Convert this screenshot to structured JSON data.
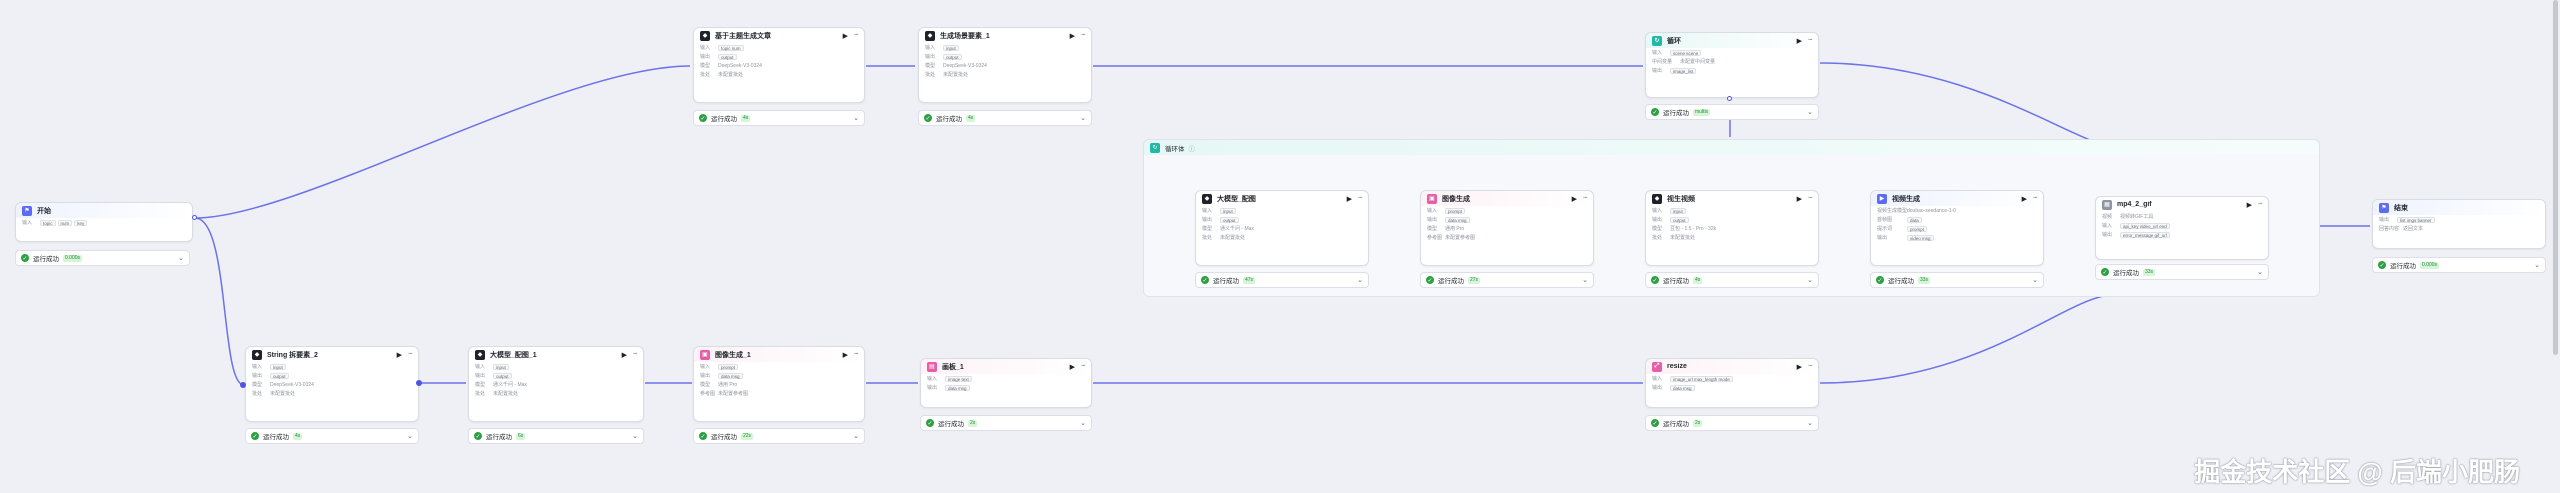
{
  "nodes": {
    "start": {
      "title": "开始",
      "in_label": "输入",
      "params": [
        "topic",
        "num",
        "key"
      ],
      "status": "运行成功",
      "time": "0.000s"
    },
    "article": {
      "title": "基于主题生成文章",
      "rows": [
        [
          "输入",
          "topic  num"
        ],
        [
          "输出",
          "output"
        ],
        [
          "模型",
          "DeepSeek-V3-0324"
        ],
        [
          "批处",
          "未配置批处"
        ]
      ],
      "status": "运行成功",
      "time": "4s"
    },
    "scene": {
      "title": "生成场景要素_1",
      "rows": [
        [
          "输入",
          "input"
        ],
        [
          "输出",
          "output"
        ],
        [
          "模型",
          "DeepSeek-V3-0324"
        ],
        [
          "批处",
          "未配置批处"
        ]
      ],
      "status": "运行成功",
      "time": "4s"
    },
    "loop_node": {
      "title": "循环",
      "rows": [
        [
          "输入",
          "scene  scene"
        ],
        [
          "中间变量",
          "未配置中间变量"
        ],
        [
          "输出",
          "image_list"
        ]
      ],
      "status": "运行成功",
      "time": "multis"
    },
    "loop_body": {
      "title": "循环体"
    },
    "llm_loop": {
      "title": "大模型_配图",
      "rows": [
        [
          "输入",
          "input"
        ],
        [
          "输出",
          "output"
        ],
        [
          "模型",
          "通义千问 - Max"
        ],
        [
          "批处",
          "未配置批处"
        ]
      ],
      "status": "运行成功",
      "time": "47s"
    },
    "img_gen": {
      "title": "图像生成",
      "rows": [
        [
          "输入",
          "prompt"
        ],
        [
          "输出",
          "data  msg"
        ],
        [
          "模型",
          "通用 Pro"
        ],
        [
          "参考图",
          "未配置参考图"
        ]
      ],
      "status": "运行成功",
      "time": "27s"
    },
    "video_prompt": {
      "title": "视生视频",
      "rows": [
        [
          "输入",
          "input"
        ],
        [
          "输出",
          "output"
        ],
        [
          "模型",
          "豆包 - 1.5 - Pro - 32k"
        ],
        [
          "批处",
          "未配置批处"
        ]
      ],
      "status": "运行成功",
      "time": "4s"
    },
    "video_gen": {
      "title": "视频生成",
      "rows": [
        [
          "视频生成模型",
          "doubao-seedance-1-0"
        ],
        [
          "首帧图",
          "data"
        ],
        [
          "提示词",
          "prompt"
        ],
        [
          "输出",
          "video  msg"
        ]
      ],
      "status": "运行成功",
      "time": "33s"
    },
    "mp4gif": {
      "title": "mp4_2_gif",
      "rows": [
        [
          "视频",
          "视频转GIF工具"
        ],
        [
          "输入",
          "api_key  video_url  end"
        ],
        [
          "输出",
          "error_message  gif_url"
        ]
      ],
      "status": "运行成功",
      "time": "33s"
    },
    "end": {
      "title": "结束",
      "rows": [
        [
          "输出",
          "list  imgs  banner"
        ],
        [
          "回答内容",
          "返回文本"
        ]
      ],
      "status": "运行成功",
      "time": "0.000s"
    },
    "string_split": {
      "title": "String 拆要素_2",
      "rows": [
        [
          "输入",
          "input"
        ],
        [
          "输出",
          "output"
        ],
        [
          "模型",
          "DeepSeek-V3-0324"
        ],
        [
          "批处",
          "未配置批处"
        ]
      ],
      "status": "运行成功",
      "time": "4s"
    },
    "llm_cover": {
      "title": "大模型_配图_1",
      "rows": [
        [
          "输入",
          "input"
        ],
        [
          "输出",
          "output"
        ],
        [
          "模型",
          "通义千问 - Max"
        ],
        [
          "批处",
          "未配置批处"
        ]
      ],
      "status": "运行成功",
      "time": "6s"
    },
    "img_gen2": {
      "title": "图像生成_1",
      "rows": [
        [
          "输入",
          "prompt"
        ],
        [
          "输出",
          "data  msg"
        ],
        [
          "模型",
          "通用 Pro"
        ],
        [
          "参考图",
          "未配置参考图"
        ]
      ],
      "status": "运行成功",
      "time": "22s"
    },
    "canvas_node": {
      "title": "画板_1",
      "rows": [
        [
          "输入",
          "image  text"
        ],
        [
          "输出",
          "data  msg"
        ]
      ],
      "status": "运行成功",
      "time": "2s"
    },
    "resize": {
      "title": "resize",
      "rows": [
        [
          "输入",
          "image_url  max_length  mode"
        ],
        [
          "输出",
          "data  msg"
        ]
      ],
      "status": "运行成功",
      "time": "2s"
    }
  },
  "watermark": "掘金技术社区 @ 后端小肥肠",
  "colors": {
    "edge": "#5b63e6",
    "ok": "#2ea043"
  }
}
